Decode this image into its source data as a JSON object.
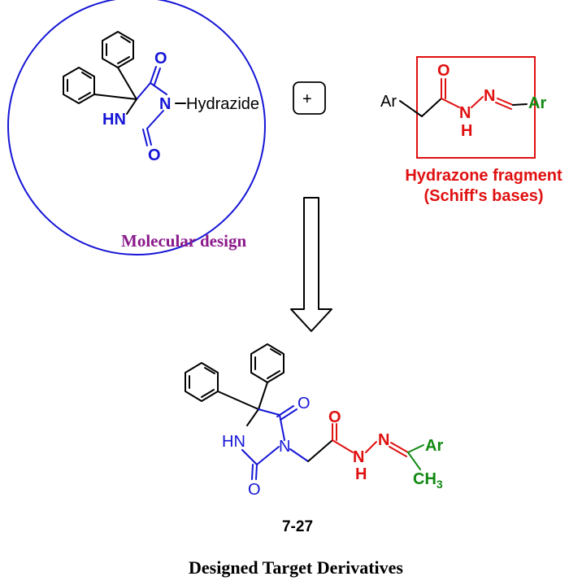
{
  "colors": {
    "blue": "#1515d6",
    "red": "#e01010",
    "green": "#128a12",
    "purple": "#8b1a8b",
    "black": "#000000"
  },
  "top_left": {
    "atoms": {
      "o_top": "O",
      "n": "N",
      "hn": "HN",
      "o_bottom": "O"
    },
    "substituent": "Hydrazide"
  },
  "plus_symbol": "+",
  "top_right": {
    "ar_left": "Ar",
    "o": "O",
    "n_left": "N",
    "h": "H",
    "n_right": "N",
    "ar_right": "Ar",
    "label_line1": "Hydrazone fragment",
    "label_line2": "(Schiff's bases)"
  },
  "arrow_label": "Molecular design",
  "product": {
    "hn": "HN",
    "o_ring_top": "O",
    "n_ring": "N",
    "o_ring_bottom": "O",
    "o_carbonyl": "O",
    "n_left": "N",
    "h": "H",
    "n_right": "N",
    "ar": "Ar",
    "ch": "CH",
    "sub3": "3"
  },
  "compound_number": "7-27",
  "caption": "Designed Target Derivatives"
}
